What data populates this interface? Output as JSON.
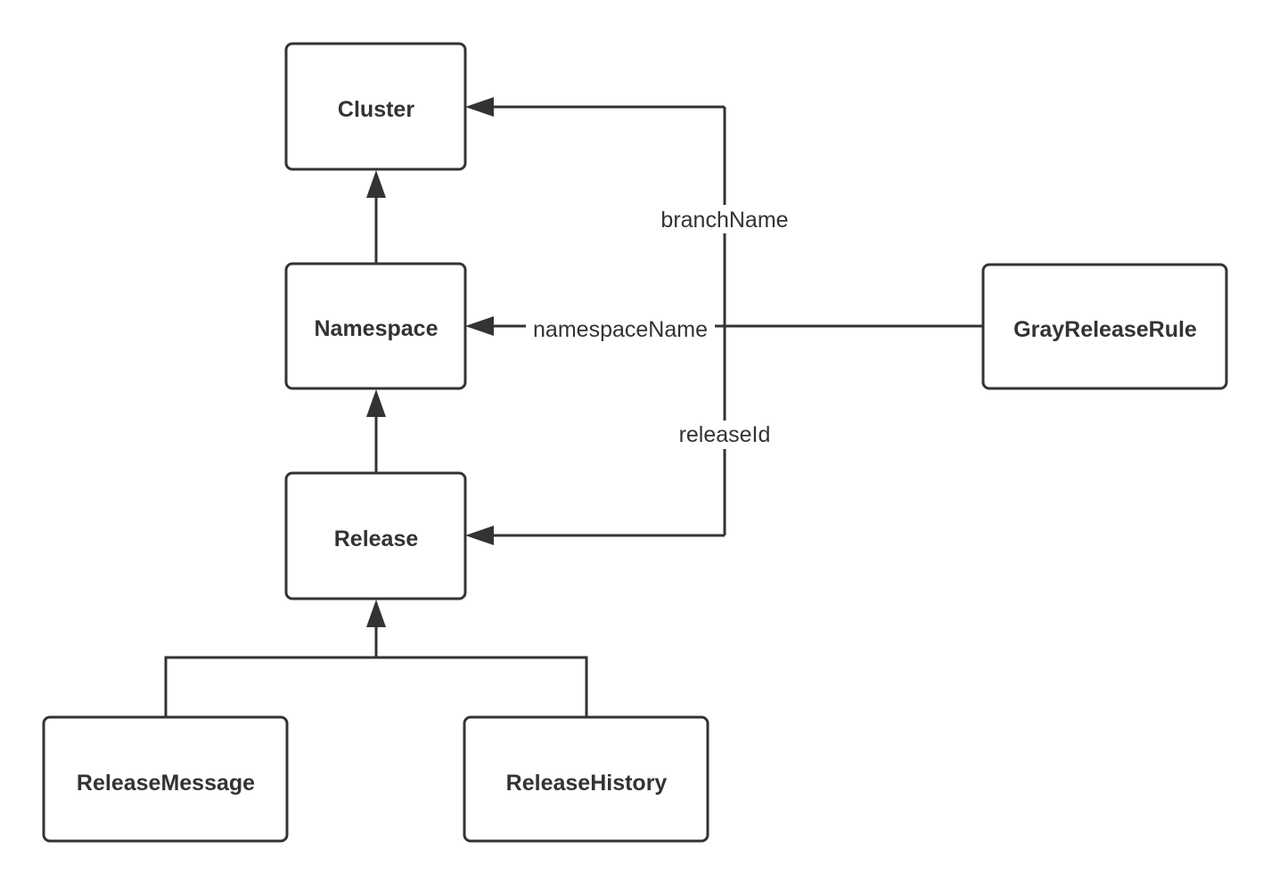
{
  "diagram": {
    "nodes": {
      "cluster": "Cluster",
      "namespace": "Namespace",
      "release": "Release",
      "release_message": "ReleaseMessage",
      "release_history": "ReleaseHistory",
      "gray_release_rule": "GrayReleaseRule"
    },
    "edges": {
      "branch_name": "branchName",
      "namespace_name": "namespaceName",
      "release_id": "releaseId"
    },
    "relations": [
      {
        "from": "Namespace",
        "to": "Cluster"
      },
      {
        "from": "Release",
        "to": "Namespace"
      },
      {
        "from": "ReleaseMessage",
        "to": "Release"
      },
      {
        "from": "ReleaseHistory",
        "to": "Release"
      },
      {
        "from": "GrayReleaseRule",
        "to": "Cluster",
        "label": "branchName"
      },
      {
        "from": "GrayReleaseRule",
        "to": "Namespace",
        "label": "namespaceName"
      },
      {
        "from": "GrayReleaseRule",
        "to": "Release",
        "label": "releaseId"
      }
    ]
  }
}
